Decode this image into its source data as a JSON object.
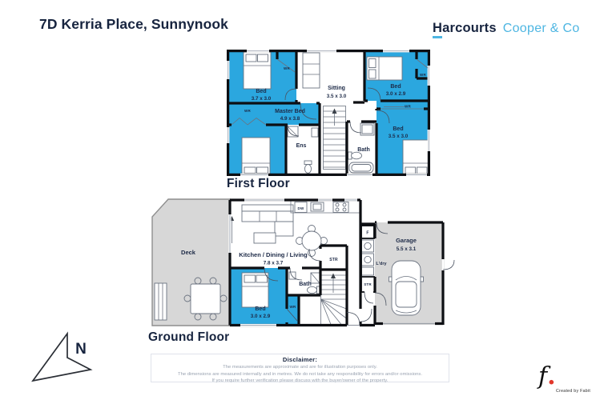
{
  "header": {
    "title": "7D Kerria Place, Sunnynook",
    "brand_name": "Harcourts",
    "brand_suffix": "Cooper & Co"
  },
  "first_floor": {
    "label": "First Floor",
    "wr": "WR",
    "rooms": {
      "bed_top_left": {
        "name": "Bed",
        "dims": "3.7 x 3.0"
      },
      "sitting": {
        "name": "Sitting",
        "dims": "3.5 x 3.0"
      },
      "bed_top_right": {
        "name": "Bed",
        "dims": "3.0 x 2.9"
      },
      "bed_bottom_right": {
        "name": "Bed",
        "dims": "3.5 x 3.0"
      },
      "master": {
        "name": "Master Bed",
        "dims": "4.9 x 3.8"
      },
      "ens": {
        "name": "Ens"
      },
      "bath": {
        "name": "Bath"
      }
    }
  },
  "ground_floor": {
    "label": "Ground Floor",
    "wr": "WR",
    "str": "STR",
    "rooms": {
      "deck": {
        "name": "Deck"
      },
      "kitchen": {
        "name": "Kitchen / Dining / Living",
        "dims": "7.8 x 3.7"
      },
      "bed": {
        "name": "Bed",
        "dims": "3.0 x 2.9"
      },
      "bath": {
        "name": "Bath"
      },
      "garage": {
        "name": "Garage",
        "dims": "5.5 x 3.1"
      },
      "laundry": {
        "name": "L'dry"
      },
      "fridge": {
        "name": "F"
      },
      "dishwasher": {
        "name": "DW"
      }
    }
  },
  "compass": {
    "north": "N"
  },
  "disclaimer": {
    "title": "Disclaimer:",
    "lines": [
      "The measurements are approximate and are for illustration purposes only.",
      "The dimensions are measured internally and in metres. We do not take any responsibility for errors and/or omissions.",
      "If you require further verification please discuss with the buyer/owner of the property."
    ]
  },
  "credit": {
    "mark": "f",
    "dot": ".",
    "text": "Created by Fabit"
  },
  "colors": {
    "room_blue": "#2BA7DF",
    "area_grey": "#D7D7D7",
    "navy": "#17243F",
    "brand_blue": "#4EB6E2",
    "wall": "#0D0F13",
    "plan_text": "#1D2A47",
    "credit_red": "#E2372B"
  }
}
